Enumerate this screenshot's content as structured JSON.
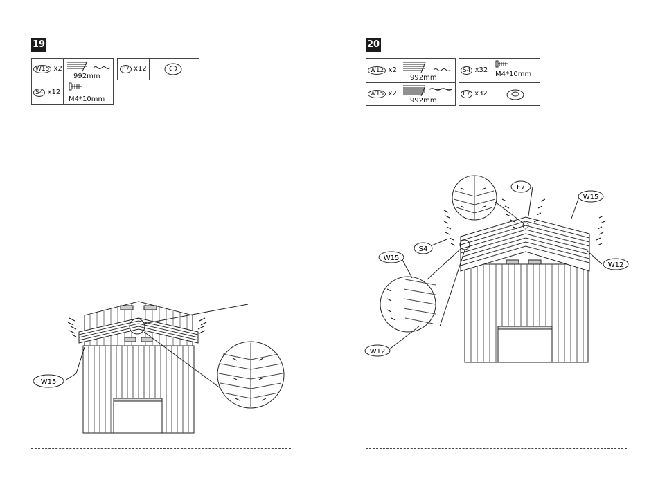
{
  "step19": {
    "number": "19",
    "parts": [
      {
        "code": "W15",
        "qty": "x2",
        "size": "992mm",
        "icon": "panel-stack-icon"
      },
      {
        "code": "F7",
        "qty": "x12",
        "icon": "washer-icon"
      },
      {
        "code": "S4",
        "qty": "x12",
        "size": "M4*10mm",
        "icon": "screw-icon"
      }
    ],
    "callouts": {
      "w15": "W15"
    }
  },
  "step20": {
    "number": "20",
    "parts": [
      {
        "code": "W12",
        "qty": "x2",
        "size": "992mm",
        "icon": "panel-stack-icon"
      },
      {
        "code": "S4",
        "qty": "x32",
        "size": "M4*10mm",
        "icon": "screw-icon"
      },
      {
        "code": "W15",
        "qty": "x2",
        "size": "992mm",
        "icon": "panel-stack-icon"
      },
      {
        "code": "F7",
        "qty": "x32",
        "icon": "washer-icon"
      }
    ],
    "callouts": {
      "f7": "F7",
      "w15_top": "W15",
      "s4": "S4",
      "w12_right": "W12",
      "w15_detail": "W15",
      "w12_detail": "W12"
    }
  }
}
